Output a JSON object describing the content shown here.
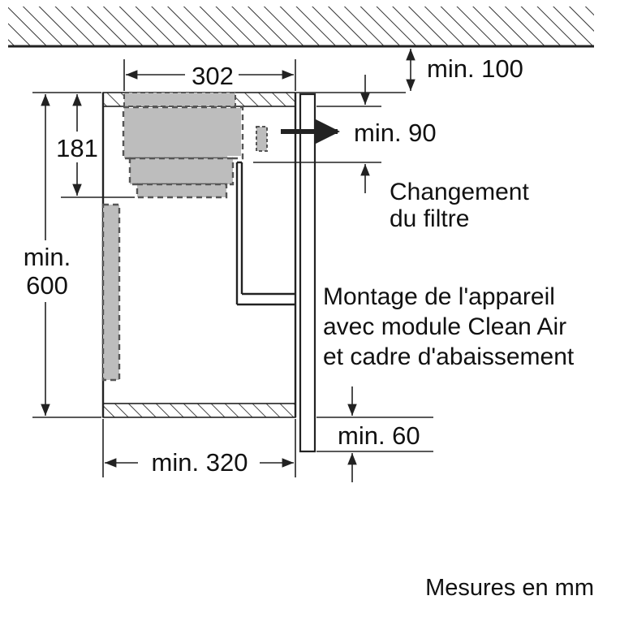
{
  "dimensions": {
    "width_302": "302",
    "height_181": "181",
    "min_100": "min. 100",
    "min_90": "min. 90",
    "min_600_line1": "min.",
    "min_600_line2": "600",
    "min_320": "min. 320",
    "min_60": "min. 60"
  },
  "notes": {
    "filter_line1": "Changement",
    "filter_line2": "du filtre",
    "mount_line1": "Montage de l'appareil",
    "mount_line2": "avec module Clean Air",
    "mount_line3": "et cadre d'abaissement"
  },
  "footer": {
    "units": "Mesures en mm"
  },
  "colors": {
    "line": "#222222",
    "module_fill": "#bdbdbd",
    "hatch": "#333333"
  }
}
